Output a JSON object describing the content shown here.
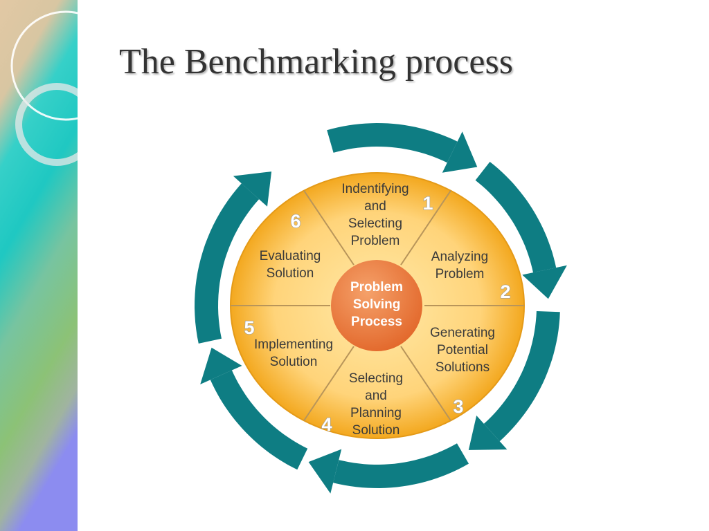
{
  "slide": {
    "title": "The Benchmarking process"
  },
  "diagram": {
    "center": [
      "Problem",
      "Solving",
      "Process"
    ],
    "segments": [
      {
        "number": "1",
        "label": [
          "Indentifying",
          "and",
          "Selecting",
          "Problem"
        ]
      },
      {
        "number": "2",
        "label": [
          "Analyzing",
          "Problem"
        ]
      },
      {
        "number": "3",
        "label": [
          "Generating",
          "Potential",
          "Solutions"
        ]
      },
      {
        "number": "4",
        "label": [
          "Selecting",
          "and",
          "Planning",
          "Solution"
        ]
      },
      {
        "number": "5",
        "label": [
          "Implementing",
          "Solution"
        ]
      },
      {
        "number": "6",
        "label": [
          "Evaluating",
          "Solution"
        ]
      }
    ]
  },
  "colors": {
    "arrow": "#0e7d83",
    "wheel_outer": "#f3a81f",
    "wheel_inner": "#ffe9a8",
    "center": "#e2672a",
    "divider": "#b8955a"
  }
}
